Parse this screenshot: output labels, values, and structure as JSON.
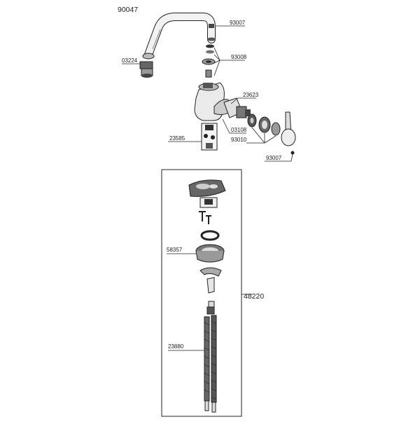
{
  "diagram": {
    "title": "90047",
    "assembly_label": "48220",
    "part_numbers": {
      "p93007_top": "93007",
      "p03224": "03224",
      "p93008": "93008",
      "p23623": "23623",
      "p23585": "23585",
      "p03108": "03108",
      "p93010": "93010",
      "p93007_bottom": "93007",
      "p58357": "58357",
      "p23880": "23880"
    }
  }
}
